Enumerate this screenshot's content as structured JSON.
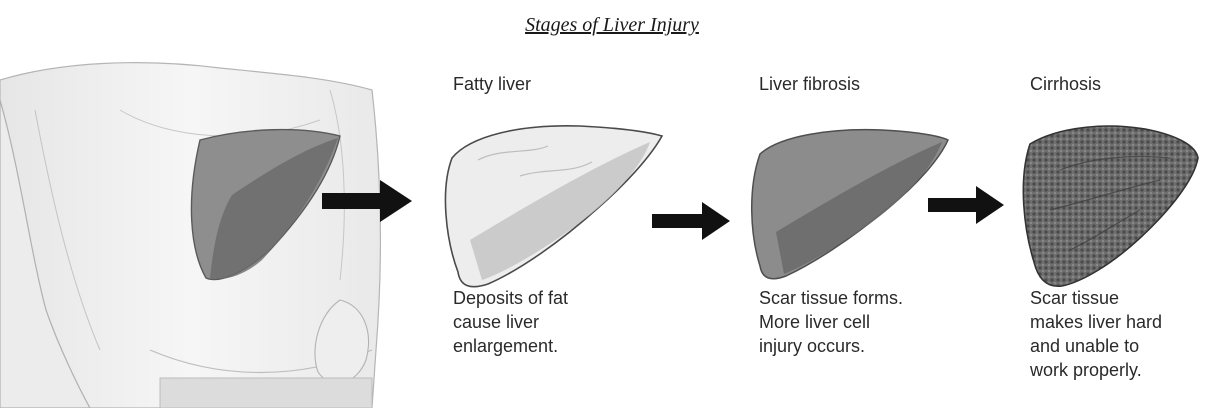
{
  "title": "Stages of Liver Injury",
  "stages": [
    {
      "name": "Fatty liver",
      "description": "Deposits of fat\ncause liver\nenlargement."
    },
    {
      "name": "Liver fibrosis",
      "description": "Scar tissue forms.\nMore liver cell\ninjury occurs."
    },
    {
      "name": "Cirrhosis",
      "description": "Scar tissue\nmakes liver hard\nand unable to\nwork properly."
    }
  ]
}
